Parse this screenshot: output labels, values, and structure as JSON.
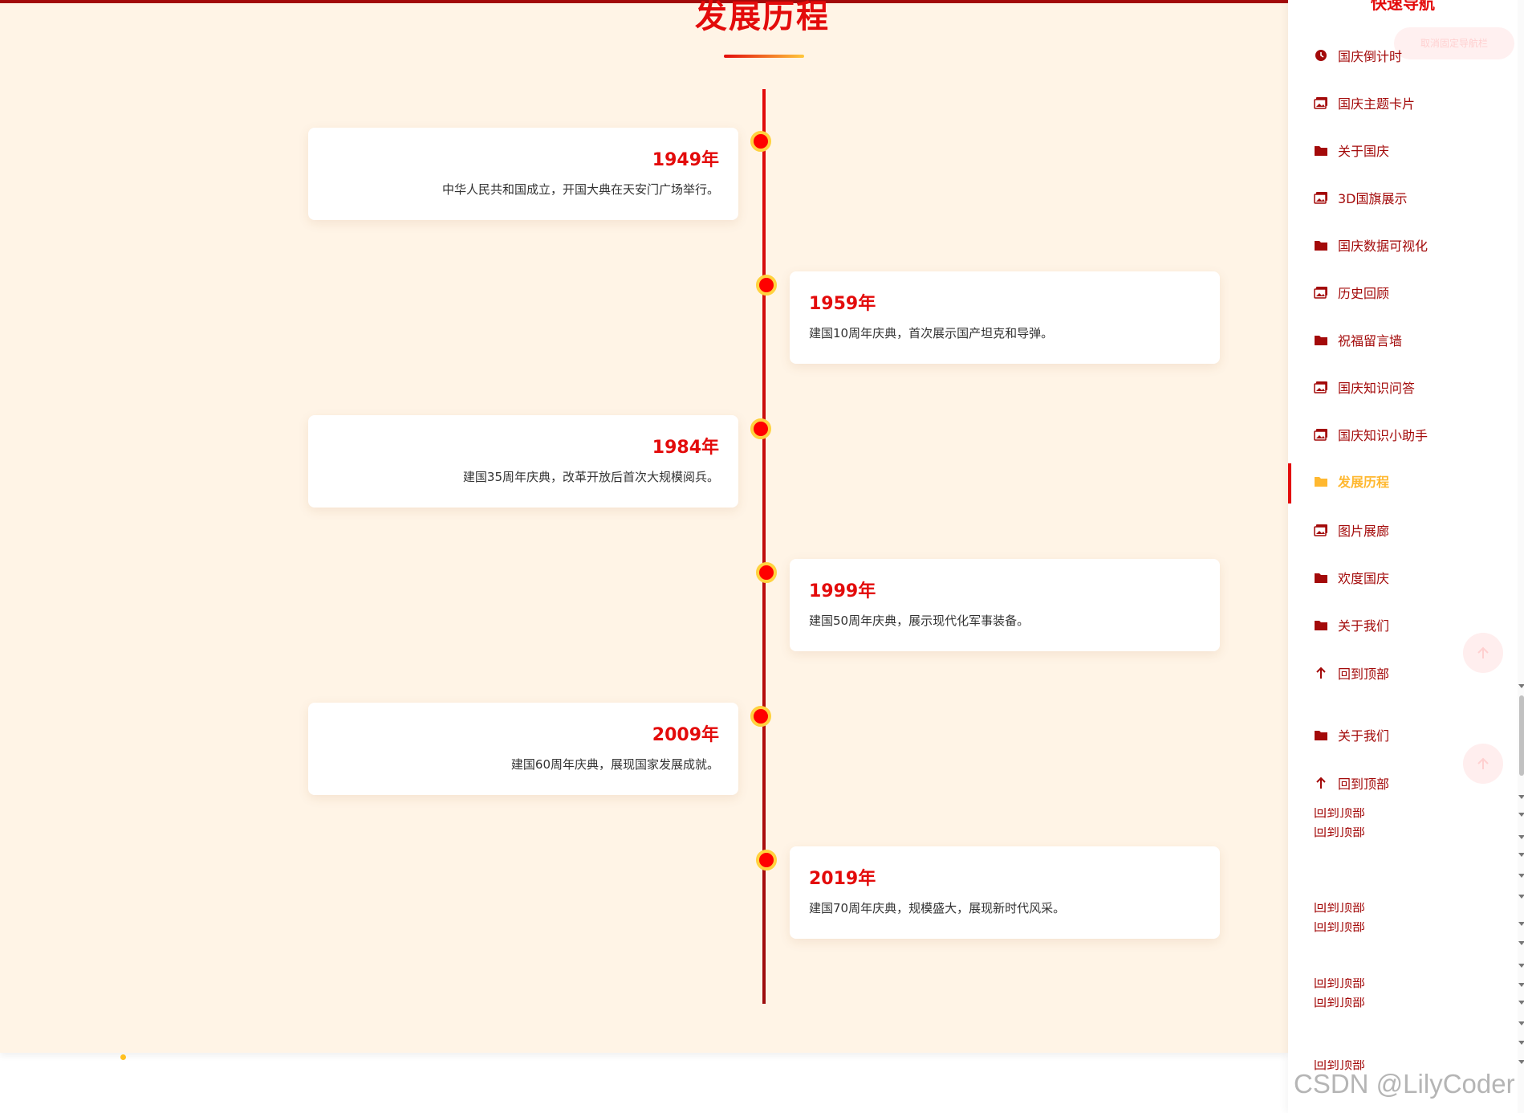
{
  "page": {
    "section_title": "发展历程",
    "timeline": [
      {
        "year": "1949年",
        "desc": "中华人民共和国成立，开国大典在天安门广场举行。"
      },
      {
        "year": "1959年",
        "desc": "建国10周年庆典，首次展示国产坦克和导弹。"
      },
      {
        "year": "1984年",
        "desc": "建国35周年庆典，改革开放后首次大规模阅兵。"
      },
      {
        "year": "1999年",
        "desc": "建国50周年庆典，展示现代化军事装备。"
      },
      {
        "year": "2009年",
        "desc": "建国60周年庆典，展现国家发展成就。"
      },
      {
        "year": "2019年",
        "desc": "建国70周年庆典，规模盛大，展现新时代风采。"
      }
    ]
  },
  "sidebar": {
    "title": "快速导航",
    "pin_label": "取消固定导航栏",
    "items": [
      {
        "label": "国庆倒计时",
        "icon": "clock-icon"
      },
      {
        "label": "国庆主题卡片",
        "icon": "image-icon"
      },
      {
        "label": "关于国庆",
        "icon": "folder-icon"
      },
      {
        "label": "3D国旗展示",
        "icon": "image-icon"
      },
      {
        "label": "国庆数据可视化",
        "icon": "folder-icon"
      },
      {
        "label": "历史回顾",
        "icon": "image-icon"
      },
      {
        "label": "祝福留言墙",
        "icon": "folder-icon"
      },
      {
        "label": "国庆知识问答",
        "icon": "image-icon"
      },
      {
        "label": "国庆知识小助手",
        "icon": "image-icon"
      },
      {
        "label": "发展历程",
        "icon": "folder-icon",
        "active": true
      },
      {
        "label": "图片展廊",
        "icon": "image-icon"
      },
      {
        "label": "欢度国庆",
        "icon": "folder-icon"
      },
      {
        "label": "关于我们",
        "icon": "folder-icon"
      },
      {
        "label": "回到顶部",
        "icon": "arrow-up-icon"
      },
      {
        "label": "关于我们",
        "icon": "folder-icon"
      },
      {
        "label": "回到顶部",
        "icon": "arrow-up-icon"
      }
    ],
    "duplicate_label": "回到顶部"
  },
  "watermark": "CSDN @LilyCoder",
  "colors": {
    "accent": "#e30b0b",
    "gold": "#ffc83c",
    "bg": "#fff4e6",
    "nav_text": "#a30a0a",
    "nav_active": "#ffb830"
  }
}
